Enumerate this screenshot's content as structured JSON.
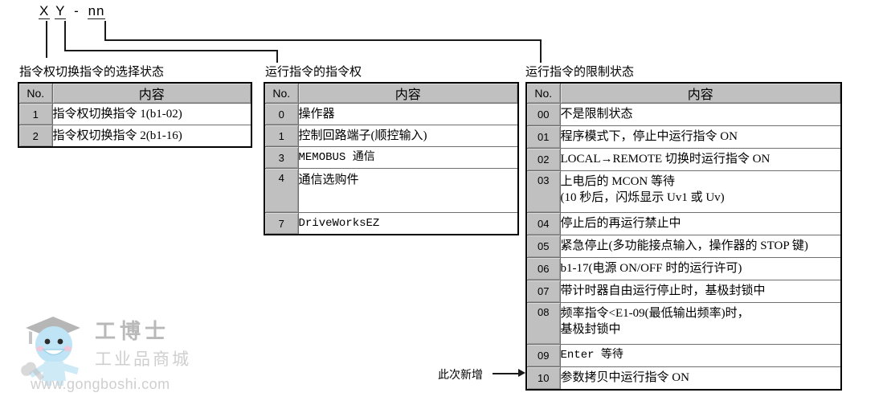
{
  "code_label": {
    "x": "X",
    "y": "Y",
    "dash": "-",
    "nn": "nn"
  },
  "sections": [
    {
      "caption": "指令权切换指令的选择状态",
      "columns": [
        "No.",
        "内容"
      ],
      "rows": [
        {
          "no": "1",
          "content": "指令权切换指令 1(b1-02)",
          "mono": false,
          "tall": false
        },
        {
          "no": "2",
          "content": "指令权切换指令 2(b1-16)",
          "mono": false,
          "tall": false
        }
      ]
    },
    {
      "caption": "运行指令的指令权",
      "columns": [
        "No.",
        "内容"
      ],
      "rows": [
        {
          "no": "0",
          "content": "操作器",
          "mono": false,
          "tall": false
        },
        {
          "no": "1",
          "content": "控制回路端子(顺控输入)",
          "mono": false,
          "tall": false
        },
        {
          "no": "3",
          "content": "MEMOBUS 通信",
          "mono": false,
          "tall": false
        },
        {
          "no": "4",
          "content": "通信选购件",
          "mono": false,
          "tall": true
        },
        {
          "no": "7",
          "content": "DriveWorksEZ",
          "mono": true,
          "tall": false
        }
      ]
    },
    {
      "caption": "运行指令的限制状态",
      "columns": [
        "No.",
        "内容"
      ],
      "rows": [
        {
          "no": "00",
          "content": "不是限制状态",
          "mono": false,
          "tall": false
        },
        {
          "no": "01",
          "content": "程序模式下，停止中运行指令 ON",
          "mono": false,
          "tall": false
        },
        {
          "no": "02",
          "content": "LOCAL→REMOTE 切换时运行指令 ON",
          "mono": false,
          "tall": false
        },
        {
          "no": "03",
          "content": "上电后的 MCON 等待\n(10 秒后，闪烁显示 Uv1 或 Uv)",
          "mono": false,
          "tall": true
        },
        {
          "no": "04",
          "content": "停止后的再运行禁止中",
          "mono": false,
          "tall": false
        },
        {
          "no": "05",
          "content": "紧急停止(多功能接点输入，操作器的 STOP 键)",
          "mono": false,
          "tall": false
        },
        {
          "no": "06",
          "content": "b1-17(电源 ON/OFF 时的运行许可)",
          "mono": false,
          "tall": false
        },
        {
          "no": "07",
          "content": "带计时器自由运行停止时，基极封锁中",
          "mono": false,
          "tall": false
        },
        {
          "no": "08",
          "content": "频率指令<E1-09(最低输出频率)时，\n基极封锁中",
          "mono": false,
          "tall": true
        },
        {
          "no": "09",
          "content": "Enter 等待",
          "mono": true,
          "tall": false
        },
        {
          "no": "10",
          "content": "参数拷贝中运行指令 ON",
          "mono": false,
          "tall": false
        }
      ]
    }
  ],
  "annotation": {
    "label": "此次新增"
  },
  "watermark": {
    "brand": "工博士",
    "subtitle": "工业品商城",
    "url": "www.gongboshi.com"
  },
  "colors": {
    "header_grey": "#c0c0c0",
    "border_dark": "#000000",
    "cell_border": "#6f6f6f",
    "watermark_text": "#cfcfcf",
    "mascot_blue": "#bfe4f5"
  }
}
